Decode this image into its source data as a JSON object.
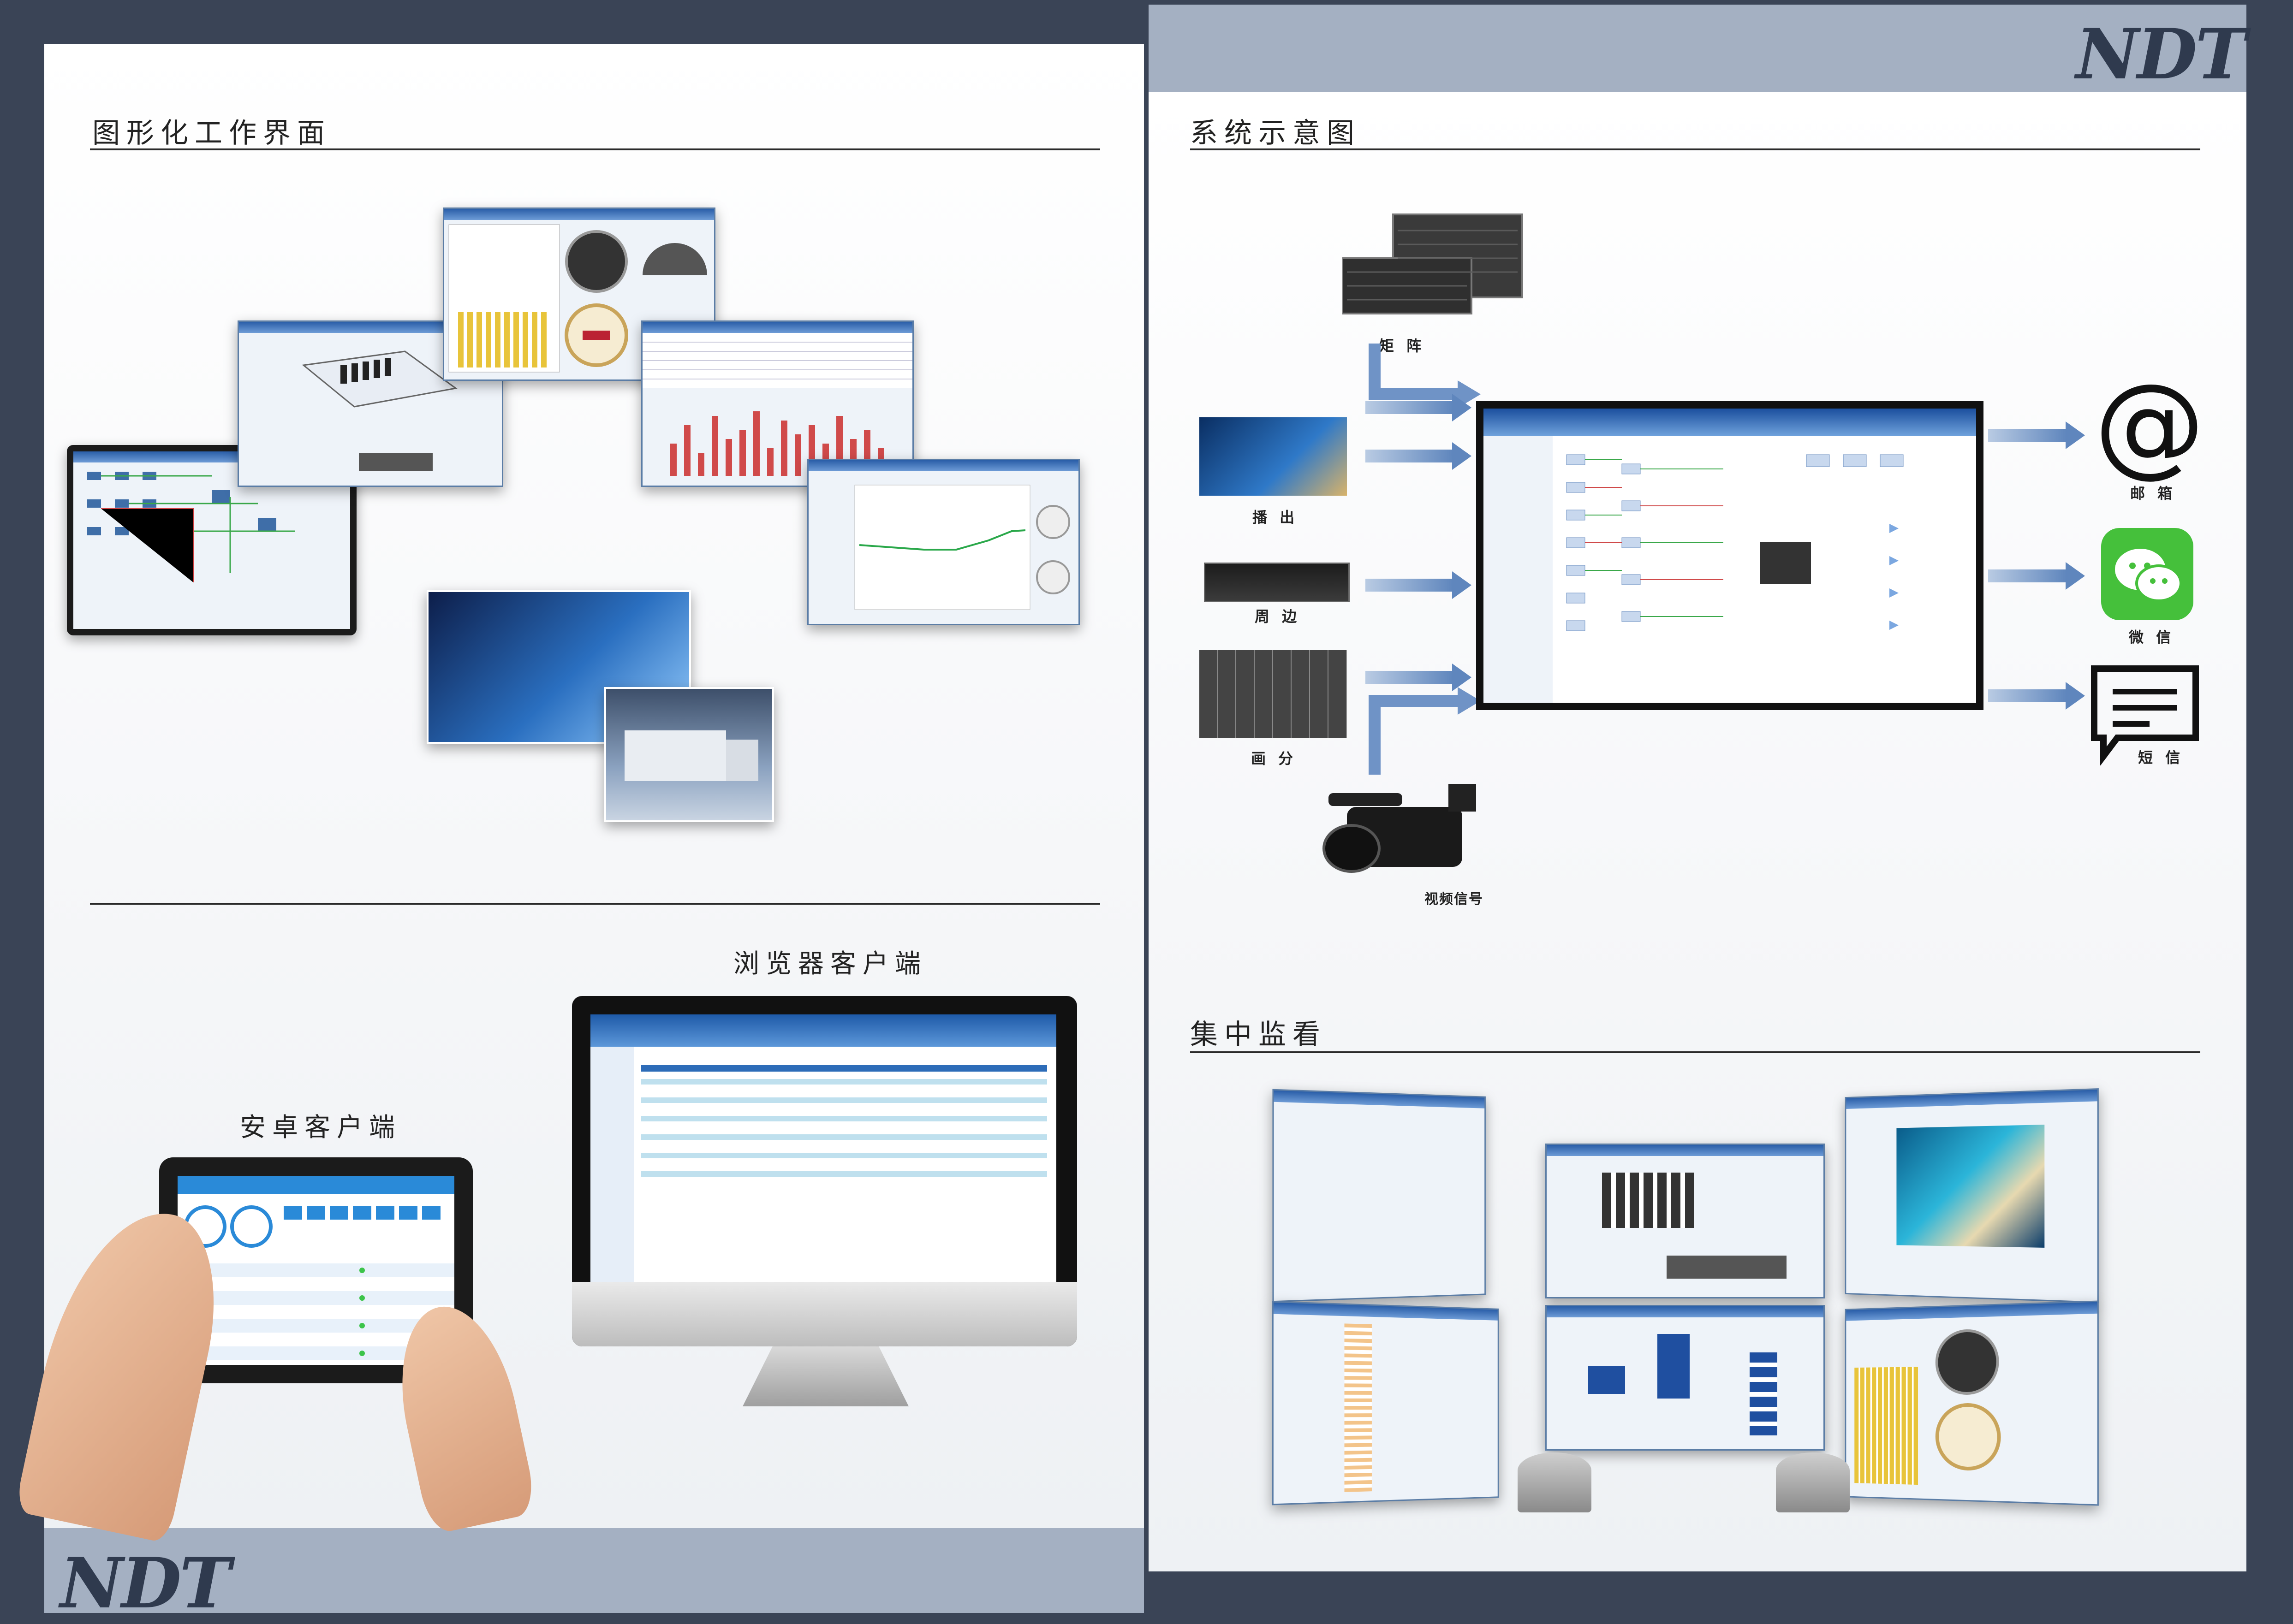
{
  "brand": {
    "logo_text": "NDT"
  },
  "left": {
    "section_gui": {
      "title": "图形化工作界面"
    },
    "section_browser": {
      "title": "浏览器客户端"
    },
    "section_android": {
      "title": "安卓客户端"
    }
  },
  "right": {
    "section_diagram": {
      "title": "系统示意图",
      "labels": {
        "matrix": "矩 阵",
        "broadcast": "播 出",
        "peripheral": "周 边",
        "multiview": "画 分",
        "video_signal": "视频信号",
        "email": "邮 箱",
        "wechat": "微 信",
        "sms": "短 信"
      }
    },
    "section_monitor": {
      "title": "集中监看"
    }
  },
  "colors": {
    "frame": "#3a4456",
    "band": "#a4b0c2",
    "accent": "#2a5ea8",
    "wechat_green": "#45c03b"
  }
}
